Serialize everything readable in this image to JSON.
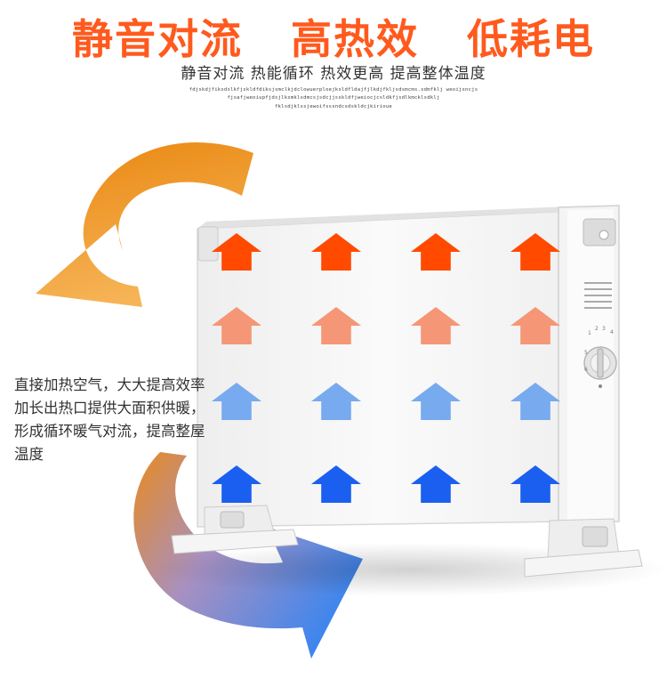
{
  "header": {
    "title": "静音对流   高热效   低耗电",
    "subtitle": "静音对流 热能循环 热效更高 提高整体温度",
    "fine_print": [
      "fdjskdjfiksdslkfjskldfdiksjsmclkjdclowuerploejksldfldajfjlkdjfkljsdsmcms.sdmfklj weoijsncjs",
      "fjsafjweoiupfjdsjlksmklsdmcsjsdcjjsskldfjweiocjcsldkfjsdlkmcklsdklj",
      "fklsdjklssjewoifsssndcsdskldcjkirioue"
    ]
  },
  "description": {
    "lines": [
      "直接加热空气，大大提高效率",
      "加长出热口提供大面积供暖，",
      "形成循环暖气对流，提高整屋",
      "温度"
    ]
  },
  "heater": {
    "dial_marks": [
      "1",
      "2",
      "3",
      "4",
      "5",
      "6"
    ]
  },
  "arrow_rows": [
    {
      "color": "#ff4a00",
      "count": 4
    },
    {
      "color": "#f59676",
      "count": 4
    },
    {
      "color": "#77aaee",
      "count": 4
    },
    {
      "color": "#1a5ff0",
      "count": 4
    }
  ],
  "colors": {
    "title": "#ff5a1e",
    "arrow_warm": "#f0961e",
    "arrow_cool": "#3c82f0",
    "heater_body": "#f7f7f7"
  }
}
